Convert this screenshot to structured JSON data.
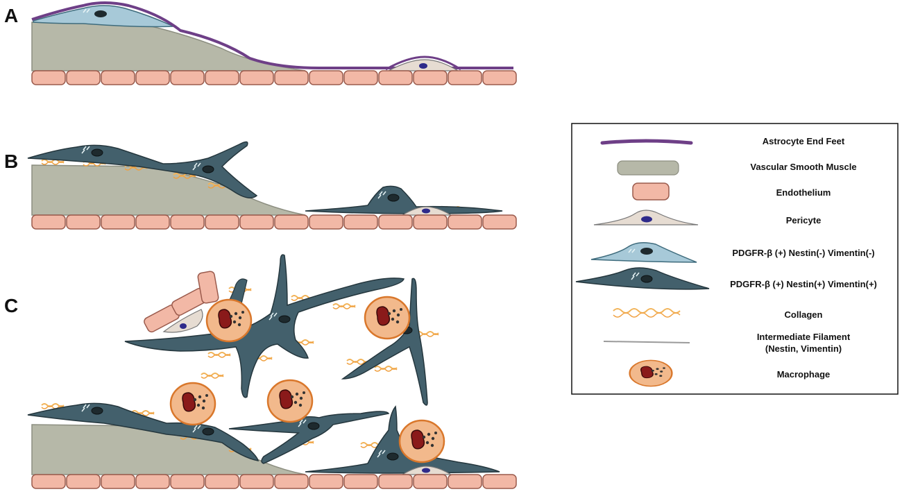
{
  "panels": {
    "a": "A",
    "b": "B",
    "c": "C"
  },
  "legend": {
    "items": [
      {
        "label": "Astrocyte End Feet"
      },
      {
        "label": "Vascular Smooth Muscle"
      },
      {
        "label": "Endothelium"
      },
      {
        "label": "Pericyte"
      },
      {
        "label": "PDGFR-β (+) Nestin(-) Vimentin(-)"
      },
      {
        "label": "PDGFR-β (+) Nestin(+) Vimentin(+)"
      },
      {
        "label": "Collagen"
      },
      {
        "label_line1": "Intermediate Filament",
        "label_line2": "(Nestin, Vimentin)"
      },
      {
        "label": "Macrophage"
      }
    ]
  },
  "colors": {
    "astrocyte": "#6e3f87",
    "smooth_muscle": "#b6b8a8",
    "endothelium": "#f2b8a6",
    "endothelium_edge": "#9a5a4c",
    "pericyte": "#e6dcd2",
    "light_fibroblast": "#a7c9d8",
    "dark_fibroblast": "#43606c",
    "collagen": "#f2b45a",
    "macrophage": "#f2b98c",
    "macrophage_nucleus": "#8a1a1a"
  }
}
